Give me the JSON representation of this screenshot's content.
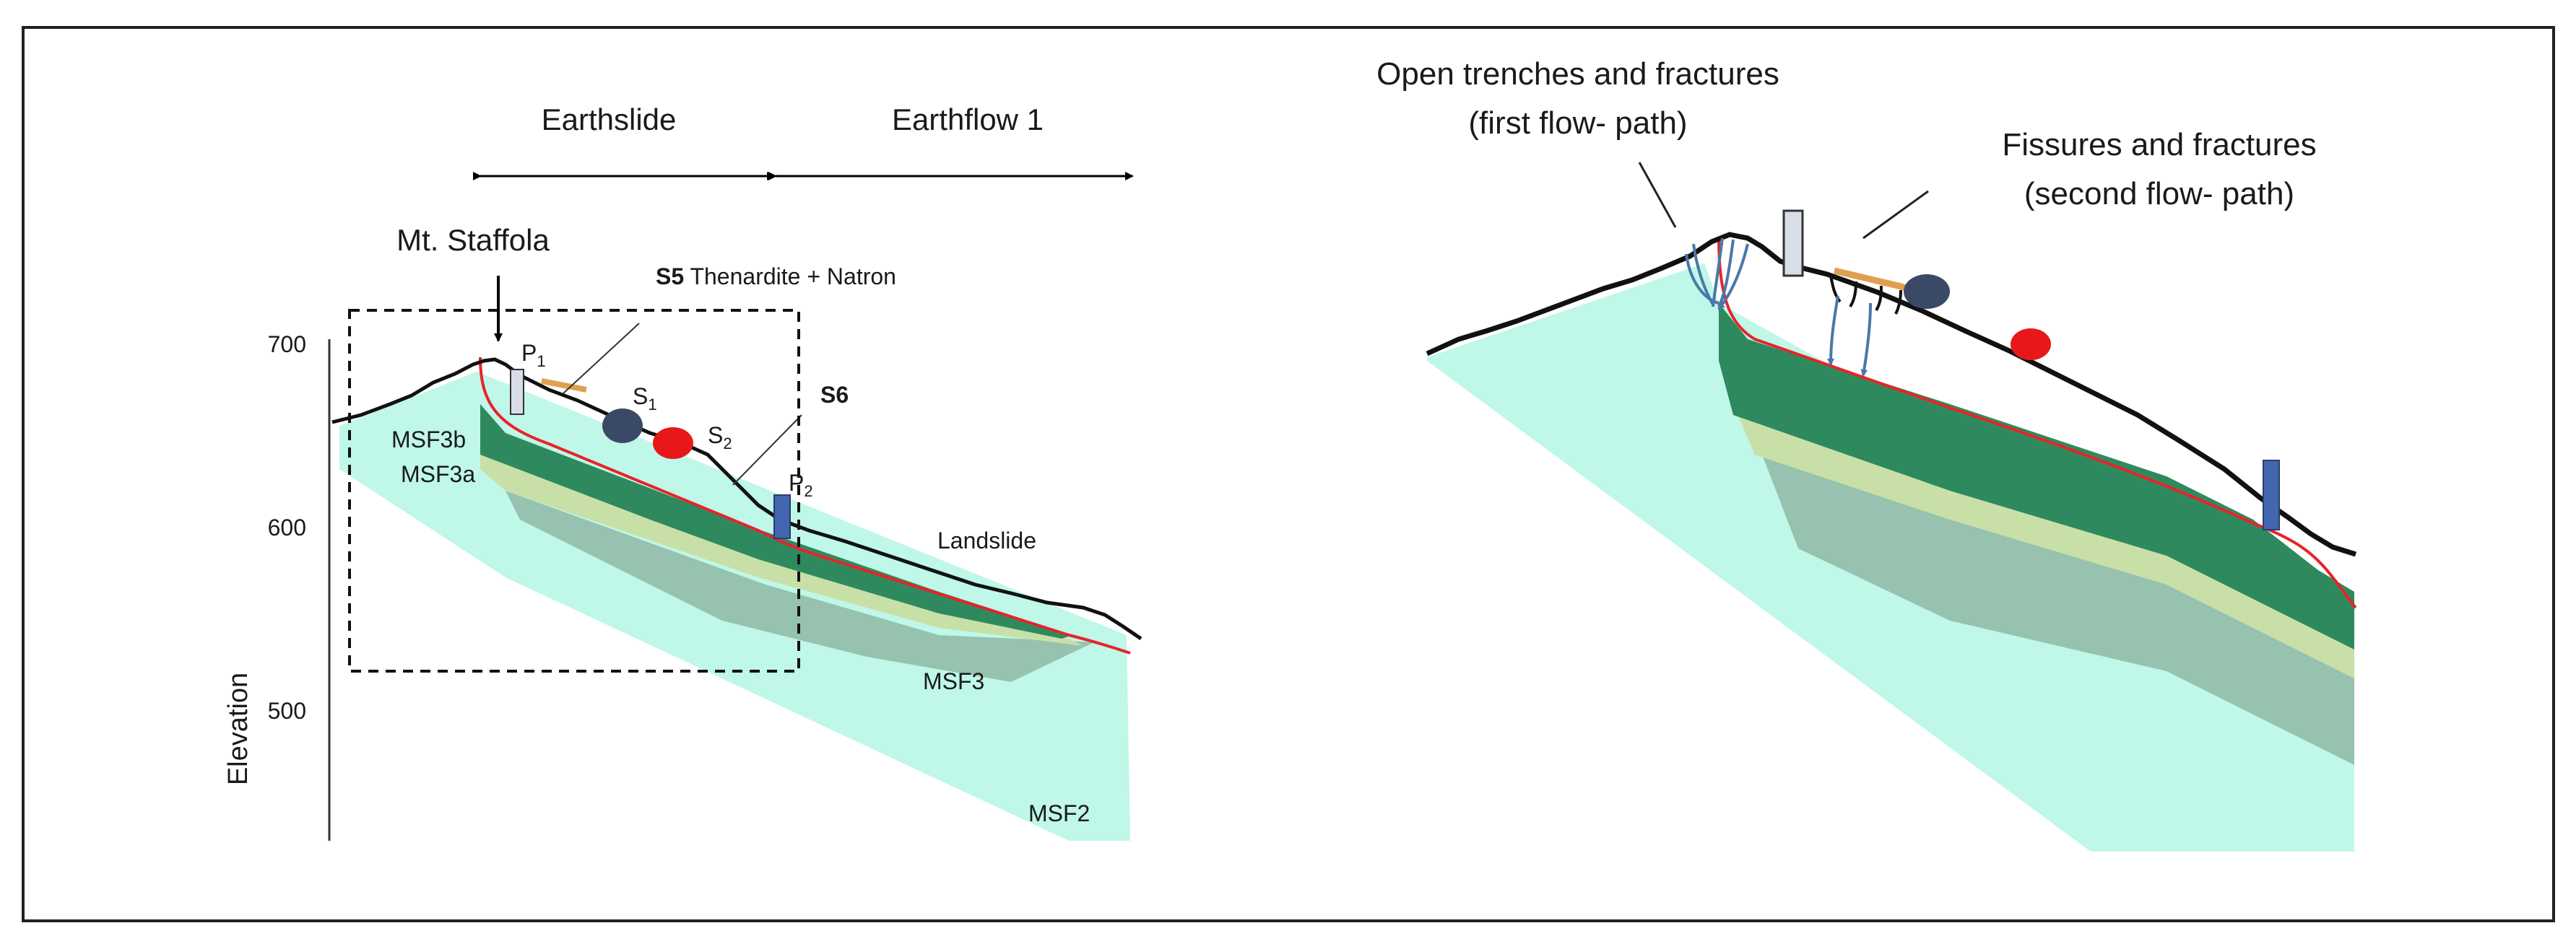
{
  "left_panel": {
    "section_earthslide": "Earthslide",
    "section_earthflow": "Earthflow 1",
    "peak_label": "Mt. Staffola",
    "s5_id": "S5",
    "s5_desc": " Thenardite + Natron",
    "s6_label": "S6",
    "p1_main": "P",
    "p1_sub": "1",
    "s1_main": "S",
    "s1_sub": "1",
    "s2_main": "S",
    "s2_sub": "2",
    "p2_main": "P",
    "p2_sub": "2",
    "unit_msf3b": "MSF3b",
    "unit_msf3a": "MSF3a",
    "unit_landslide": "Landslide",
    "unit_msf3": "MSF3",
    "unit_msf2": "MSF2",
    "axis_title": "Elevation",
    "tick_700": "700",
    "tick_600": "600",
    "tick_500": "500"
  },
  "right_panel": {
    "open_trenches_line1": "Open trenches and fractures",
    "open_trenches_line2": "(first flow- path)",
    "fissures_line1": "Fissures and fractures",
    "fissures_line2": "(second flow- path)"
  },
  "colors": {
    "msf2": "#bff7e8",
    "msf3_band": "#8fb8a6",
    "light_green": "#c8e0a8",
    "dark_green": "#2e8a5e",
    "slip_surface": "#e8232a",
    "piezometer_p1": "#d8dde8",
    "piezometer_p2": "#4466b0",
    "sample_s1": "#3a4a66",
    "sample_s2": "#e81818",
    "crust": "#e0a050",
    "flow_arrow": "#4a78a8"
  }
}
